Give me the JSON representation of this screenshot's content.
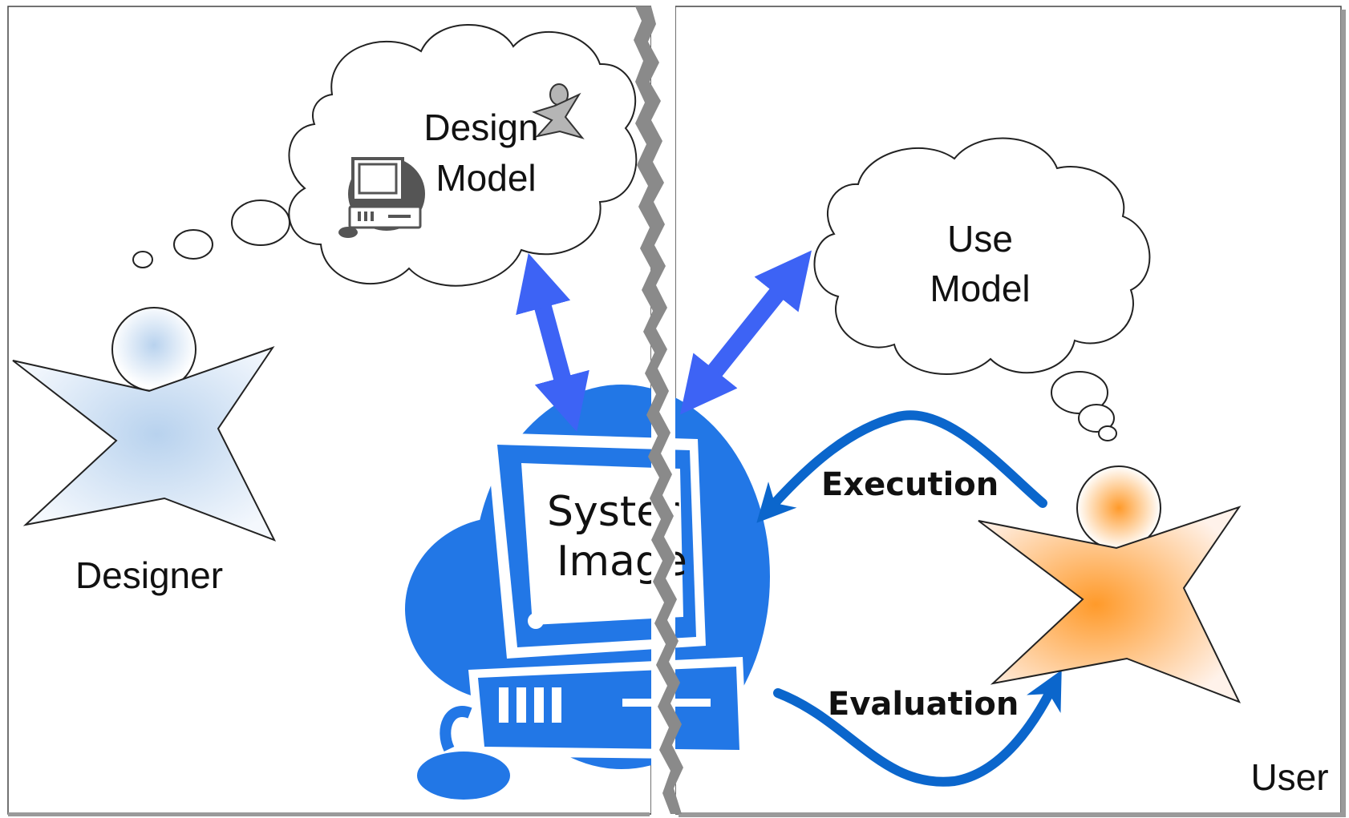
{
  "designer_label": "Designer",
  "user_label": "User",
  "design_model": {
    "line1": "Design",
    "line2": "Model"
  },
  "use_model": {
    "line1": "Use",
    "line2": "Model"
  },
  "system_image": {
    "line1": "Syster",
    "line2": "Image"
  },
  "execution_label": "Execution",
  "evaluation_label": "Evaluation",
  "colors": {
    "computer_blue": "#2277e6",
    "arrow_blue": "#3d63f5",
    "curve_blue": "#0b66cc",
    "designer_fill": "#b8d2ee",
    "user_fill": "#ff9a2a",
    "outline": "#222222"
  },
  "icons": [
    "designer-figure-icon",
    "user-figure-icon",
    "computer-icon",
    "small-computer-icon",
    "small-person-icon"
  ]
}
